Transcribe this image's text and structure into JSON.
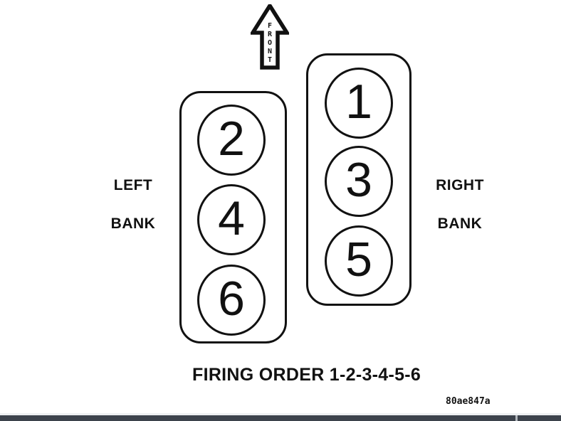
{
  "diagram": {
    "front_arrow": {
      "label": "FRONT",
      "letters": [
        "F",
        "R",
        "O",
        "N",
        "T"
      ]
    },
    "left_bank": {
      "label_line1": "LEFT",
      "label_line2": "BANK",
      "cylinders": [
        "2",
        "4",
        "6"
      ]
    },
    "right_bank": {
      "label_line1": "RIGHT",
      "label_line2": "BANK",
      "cylinders": [
        "1",
        "3",
        "5"
      ]
    },
    "caption": "FIRING ORDER 1-2-3-4-5-6",
    "figure_code": "80ae847a"
  },
  "colors": {
    "background": "#ffffff",
    "line": "#111111",
    "bottom_bar": "#3d434c",
    "bottom_bar_notch": "#b2b7bd"
  }
}
